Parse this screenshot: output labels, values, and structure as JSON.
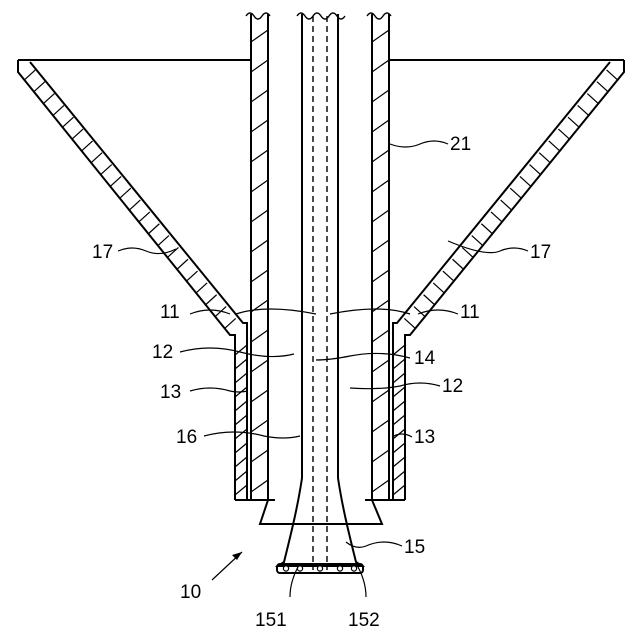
{
  "labels": {
    "nozzle_assembly": "10",
    "passage_inner_left": "11",
    "passage_inner_right": "11",
    "annulus_left": "12",
    "annulus_right": "12",
    "sleeve_left": "13",
    "sleeve_right": "13",
    "center_passage": "14",
    "tip_body": "15",
    "tip_wall": "16",
    "cone_left": "17",
    "cone_right": "17",
    "outer_pipe": "21",
    "orifice_a": "151",
    "orifice_b": "152"
  }
}
